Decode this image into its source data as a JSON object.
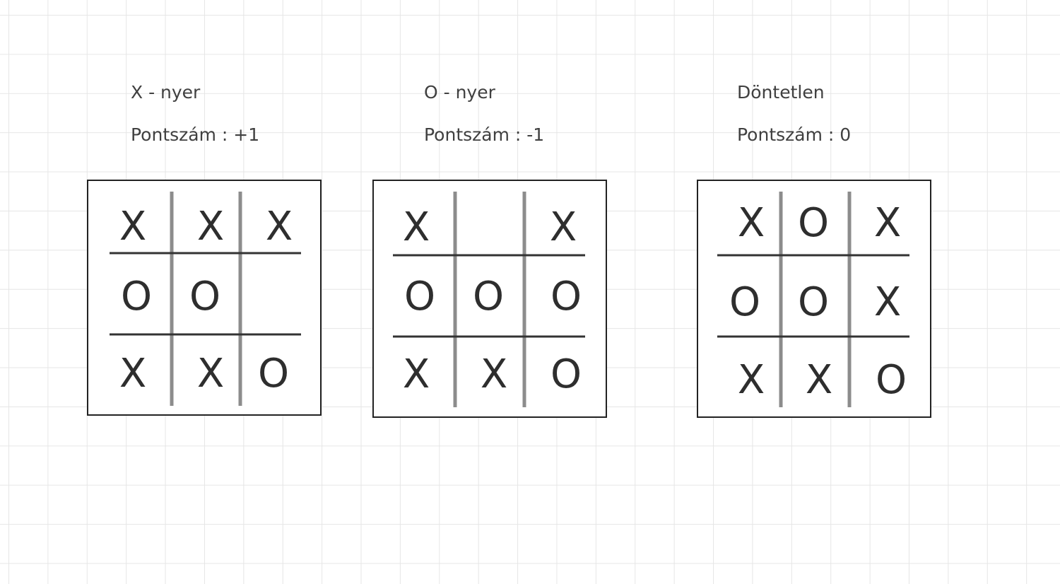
{
  "boards": [
    {
      "title": "X - nyer",
      "score": "Pontszám : +1",
      "cells": [
        "X",
        "X",
        "X",
        "O",
        "O",
        "",
        "X",
        "X",
        "O"
      ]
    },
    {
      "title": "O - nyer",
      "score": "Pontszám : -1",
      "cells": [
        "X",
        "",
        "X",
        "O",
        "O",
        "O",
        "X",
        "X",
        "O"
      ]
    },
    {
      "title": "Döntetlen",
      "score": "Pontszám : 0",
      "cells": [
        "X",
        "O",
        "X",
        "O",
        "O",
        "X",
        "X",
        "X",
        "O"
      ]
    }
  ]
}
